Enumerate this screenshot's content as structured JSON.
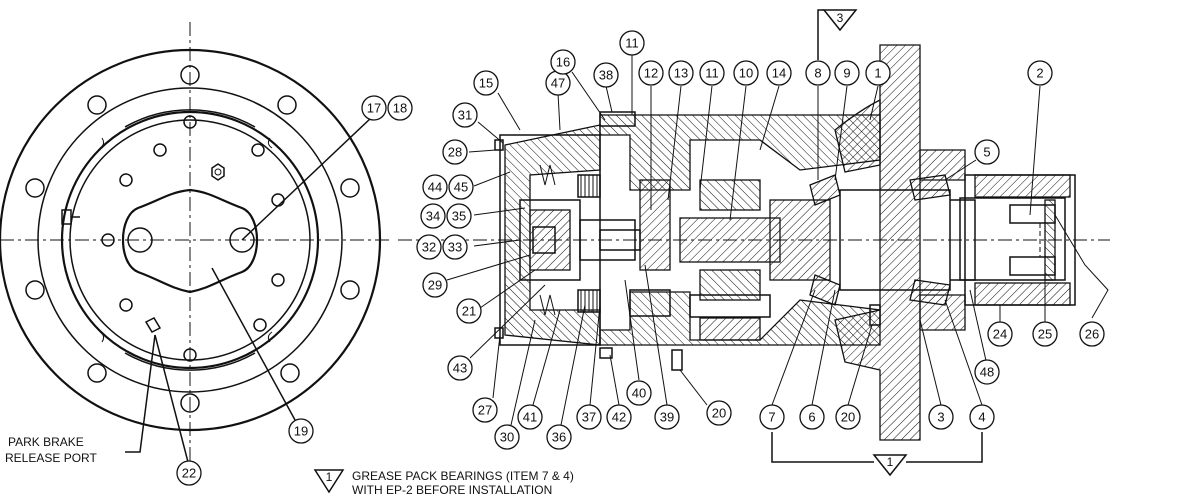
{
  "notes": {
    "port_line1": "PARK BRAKE",
    "port_line2": "RELEASE PORT",
    "grease_line1": "GREASE PACK BEARINGS (ITEM 7 & 4)",
    "grease_line2": "WITH EP-2 BEFORE INSTALLATION"
  },
  "flag_notes": {
    "top": "3",
    "bottom": "1",
    "legend": "1"
  },
  "balloons": {
    "b17": "17",
    "b18": "18",
    "b19": "19",
    "b22": "22",
    "b15": "15",
    "b47": "47",
    "b16": "16",
    "b38": "38",
    "b11a": "11",
    "b12": "12",
    "b13": "13",
    "b11b": "11",
    "b10": "10",
    "b14": "14",
    "b8": "8",
    "b9": "9",
    "b1": "1",
    "b2": "2",
    "b5": "5",
    "b31": "31",
    "b28": "28",
    "b44": "44",
    "b45": "45",
    "b34": "34",
    "b35": "35",
    "b32": "32",
    "b33": "33",
    "b29": "29",
    "b21": "21",
    "b43": "43",
    "b27": "27",
    "b30": "30",
    "b41": "41",
    "b36": "36",
    "b37": "37",
    "b42": "42",
    "b40": "40",
    "b39": "39",
    "b20a": "20",
    "b7": "7",
    "b6": "6",
    "b20b": "20",
    "b3": "3",
    "b4": "4",
    "b48": "48",
    "b24": "24",
    "b25": "25",
    "b26": "26"
  }
}
